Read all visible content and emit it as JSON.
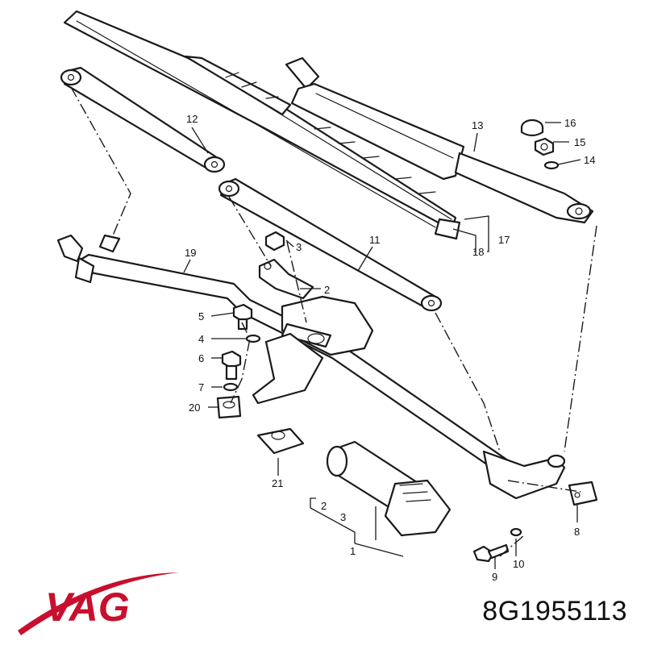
{
  "brand": {
    "name": "VAG",
    "color": "#c8102e"
  },
  "part_number": "8G1955113",
  "callouts": {
    "c1": "1",
    "c2a": "2",
    "c2b": "2",
    "c3a": "3",
    "c3b": "3",
    "c4": "4",
    "c5": "5",
    "c6": "6",
    "c7": "7",
    "c8": "8",
    "c9": "9",
    "c10": "10",
    "c11": "11",
    "c12": "12",
    "c13": "13",
    "c14": "14",
    "c15": "15",
    "c16": "16",
    "c17": "17",
    "c18": "18",
    "c19": "19",
    "c20": "20",
    "c21": "21"
  }
}
